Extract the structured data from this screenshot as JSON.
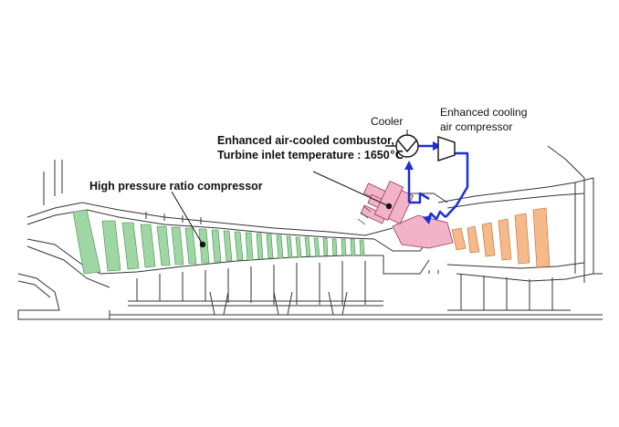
{
  "labels": {
    "compressor": "High pressure ratio compressor",
    "combustor_line1": "Enhanced air-cooled combustor,",
    "combustor_line2": "Turbine inlet temperature : 1650℃",
    "cooler": "Cooler",
    "cooling_compressor_line1": "Enhanced cooling",
    "cooling_compressor_line2": "air compressor"
  },
  "colors": {
    "compressor_blades": "#9fd6a4",
    "combustor": "#f2b3c8",
    "turbine_blades": "#f6b98a",
    "cooling_air_path": "#1a2fd6",
    "outline": "#333333"
  }
}
